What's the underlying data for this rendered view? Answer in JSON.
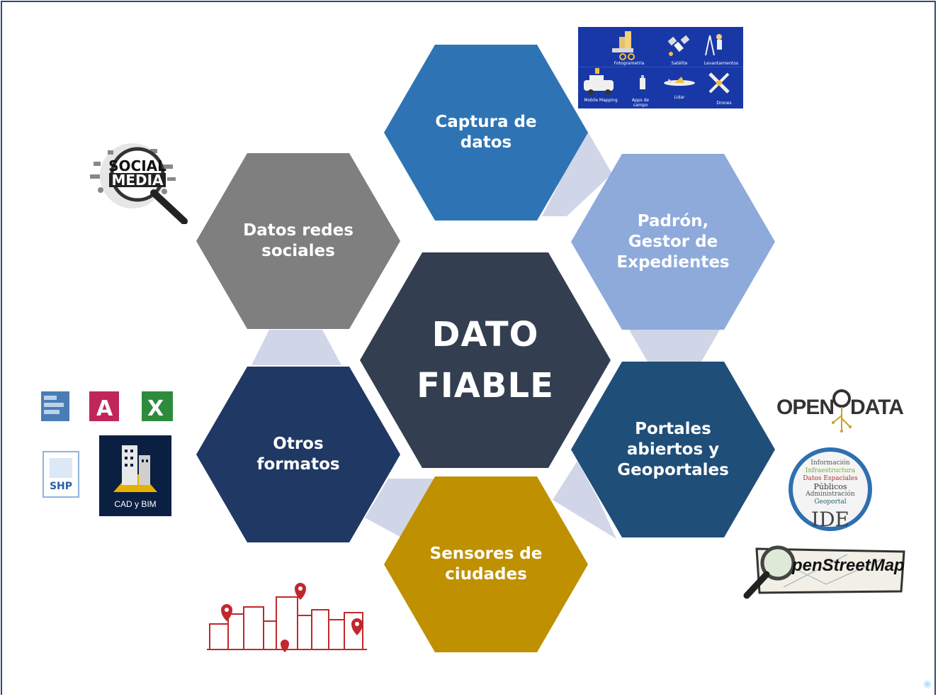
{
  "center": {
    "line1": "DATO",
    "line2": "FIABLE"
  },
  "hexes": [
    {
      "id": "captura",
      "label": "Captura de\ndatos",
      "color": "#2e74b5"
    },
    {
      "id": "padron",
      "label": "Padrón,\nGestor de\nExpedientes",
      "color": "#8eaadb"
    },
    {
      "id": "portales",
      "label": "Portales\nabiertos y\nGeoportales",
      "color": "#1f4e79"
    },
    {
      "id": "sensores",
      "label": "Sensores de\nciudades",
      "color": "#bf9000"
    },
    {
      "id": "otros",
      "label": "Otros\nformatos",
      "color": "#203864"
    },
    {
      "id": "redes",
      "label": "Datos redes\nsociales",
      "color": "#7f7f7f"
    }
  ],
  "colors": {
    "center": "#333f50",
    "connector": "#d0d6e8",
    "frame": "#2f4a7a",
    "city": "#c0282d"
  },
  "capture_panel": {
    "items": [
      "Fotogrametría",
      "Satélite",
      "Levantamientos",
      "Mobile Mapping",
      "Apps de campo",
      "Lidar",
      "Drones"
    ]
  },
  "social_logo": {
    "line1": "SOCIAL",
    "line2": "MEDIA"
  },
  "formats": {
    "shp": "SHP",
    "cad": "CAD y BIM"
  },
  "open_data": {
    "left": "OPEN",
    "right": "DATA"
  },
  "idf_globe": {
    "words": [
      "Información",
      "Infraestructura",
      "Datos Espaciales",
      "Públicos",
      "Administración",
      "Geoportal"
    ],
    "main": "IDE"
  },
  "osm": {
    "text": "penStreetMap"
  },
  "icons": [
    "social-media-icon",
    "file-format-icons",
    "open-data-icon",
    "idf-globe-icon",
    "openstreetmap-icon",
    "city-sensors-icon"
  ]
}
